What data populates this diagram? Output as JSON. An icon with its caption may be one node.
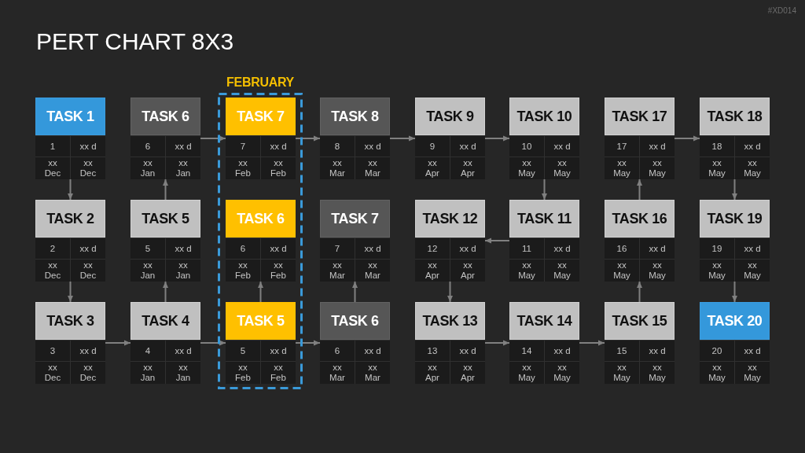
{
  "diagram": {
    "title": "PERT CHART 8X3",
    "nodes": [
      {
        "text": [
          "TASK 1",
          "1",
          "xx d",
          "xx Dec",
          "xx Dec"
        ]
      },
      {
        "text": [
          "TASK 6",
          "6",
          "xx d",
          "xx Jan",
          "xx Jan"
        ]
      },
      {
        "text": [
          "FEBRUARY"
        ]
      },
      {
        "text": [
          "TASK 7",
          "7",
          "xx d",
          "xx Feb",
          "xx Feb"
        ],
        "in": 2
      },
      {
        "text": [
          "TASK 8",
          "8",
          "xx d",
          "xx Mar",
          "xx Mar"
        ]
      },
      {
        "text": [
          "TASK 9",
          "9",
          "xx d",
          "xx Apr",
          "xx Apr"
        ]
      },
      {
        "text": [
          "TASK 10",
          "10",
          "xx d",
          "xx May",
          "xx May"
        ]
      },
      {
        "text": [
          "TASK 17",
          "17",
          "xx d",
          "xx May",
          "xx May"
        ]
      },
      {
        "text": [
          "TASK 18",
          "18",
          "xx d",
          "xx May",
          "xx May"
        ]
      },
      {
        "text": [
          "TASK 2",
          "2",
          "xx d",
          "xx Dec",
          "xx Dec"
        ]
      },
      {
        "text": [
          "TASK 5",
          "5",
          "xx d",
          "xx Jan",
          "xx Jan"
        ]
      },
      {
        "text": [
          "TASK 6",
          "6",
          "xx d",
          "xx Feb",
          "xx Feb"
        ],
        "in": 2
      },
      {
        "text": [
          "TASK 7",
          "7",
          "xx d",
          "xx Mar",
          "xx Mar"
        ]
      },
      {
        "text": [
          "TASK 12",
          "12",
          "xx d",
          "xx Apr",
          "xx Apr"
        ]
      },
      {
        "text": [
          "TASK 11",
          "11",
          "xx d",
          "xx May",
          "xx May"
        ]
      },
      {
        "text": [
          "TASK 16",
          "16",
          "xx d",
          "xx May",
          "xx May"
        ]
      },
      {
        "text": [
          "TASK 19",
          "19",
          "xx d",
          "xx May",
          "xx May"
        ]
      },
      {
        "text": [
          "TASK 3",
          "3",
          "xx d",
          "xx Dec",
          "xx Dec"
        ]
      },
      {
        "text": [
          "TASK 4",
          "4",
          "xx d",
          "xx Jan",
          "xx Jan"
        ]
      },
      {
        "text": [
          "TASK 5",
          "5",
          "xx d",
          "xx Feb",
          "xx Feb"
        ],
        "in": 2
      },
      {
        "text": [
          "TASK 6",
          "6",
          "xx d",
          "xx Mar",
          "xx Mar"
        ]
      },
      {
        "text": [
          "TASK 13",
          "13",
          "xx d",
          "xx Apr",
          "xx Apr"
        ]
      },
      {
        "text": [
          "TASK 14",
          "14",
          "xx d",
          "xx May",
          "xx May"
        ]
      },
      {
        "text": [
          "TASK 15",
          "15",
          "xx d",
          "xx May",
          "xx May"
        ]
      },
      {
        "text": [
          "TASK 20",
          "20",
          "xx d",
          "xx May",
          "xx May"
        ]
      }
    ],
    "edges": [
      {
        "from": 0,
        "to": 9,
        "arrow": "to"
      },
      {
        "from": 9,
        "to": 17,
        "arrow": "to"
      },
      {
        "from": 17,
        "to": 18,
        "arrow": "to"
      },
      {
        "from": 18,
        "to": 10,
        "arrow": "to"
      },
      {
        "from": 10,
        "to": 1,
        "arrow": "to"
      },
      {
        "from": 1,
        "to": 3,
        "arrow": "to"
      },
      {
        "from": 18,
        "to": 19,
        "arrow": "to"
      },
      {
        "from": 19,
        "to": 11,
        "arrow": "to"
      },
      {
        "from": 3,
        "to": 4,
        "arrow": "to"
      },
      {
        "from": 19,
        "to": 20,
        "arrow": "to"
      },
      {
        "from": 20,
        "to": 12,
        "arrow": "to"
      },
      {
        "from": 4,
        "to": 5,
        "arrow": "to"
      },
      {
        "from": 5,
        "to": 6,
        "arrow": "to"
      },
      {
        "from": 6,
        "to": 14,
        "arrow": "to"
      },
      {
        "from": 14,
        "to": 13,
        "arrow": "to"
      },
      {
        "from": 13,
        "to": 21,
        "arrow": "to"
      },
      {
        "from": 21,
        "to": 22,
        "arrow": "to"
      },
      {
        "from": 22,
        "to": 23,
        "arrow": "to"
      },
      {
        "from": 23,
        "to": 15,
        "arrow": "to"
      },
      {
        "from": 15,
        "to": 7,
        "arrow": "to"
      },
      {
        "from": 7,
        "to": 8,
        "arrow": "to"
      },
      {
        "from": 8,
        "to": 16,
        "arrow": "to"
      },
      {
        "from": 16,
        "to": 24,
        "arrow": "to"
      }
    ],
    "labels": [
      "#XD014"
    ]
  }
}
